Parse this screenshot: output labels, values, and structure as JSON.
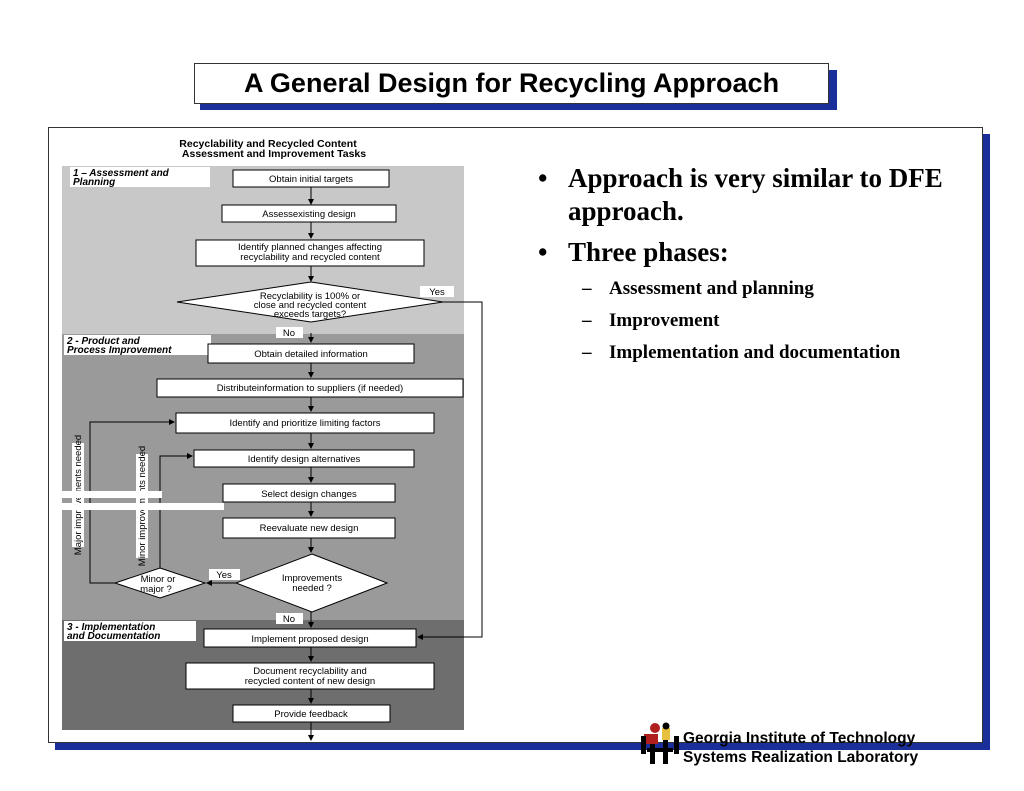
{
  "title": "A General Design for Recycling Approach",
  "bullets": {
    "level1": [
      "Approach is very similar to DFE approach.",
      "Three phases:"
    ],
    "level2": [
      "Assessment and planning",
      "Improvement",
      "Implementation and documentation"
    ]
  },
  "diagram": {
    "heading_line1": "Recyclability and Recycled Content",
    "heading_line2": "Assessment and Improvement Tasks",
    "phases": [
      {
        "line1": "1 – Assessment and",
        "line2": "Planning"
      },
      {
        "line1": "2 - Product and",
        "line2": "Process Improvement"
      },
      {
        "line1": "3 - Implementation",
        "line2": "and Documentation"
      }
    ],
    "steps": {
      "obtain_targets": "Obtain initial targets",
      "assess_design": "Assessexisting design",
      "identify_changes_1": "Identify planned changes affecting",
      "identify_changes_2": "recyclability and recycled content",
      "decision1_1": "Recyclability is 100% or",
      "decision1_2": "close and recycled content",
      "decision1_3": "exceeds targets?",
      "obtain_info": "Obtain detailed information",
      "distribute_info": "Distributeinformation to suppliers (if needed)",
      "identify_factors": "Identify and prioritize limiting factors",
      "identify_alternatives": "Identify design alternatives",
      "select_changes": "Select design changes",
      "reevaluate": "Reevaluate new design",
      "decision2_1": "Improvements",
      "decision2_2": "needed ?",
      "decision3_1": "Minor or",
      "decision3_2": "major ?",
      "implement": "Implement proposed design",
      "document_1": "Document recyclability and",
      "document_2": "recycled content of new design",
      "feedback": "Provide feedback"
    },
    "labels": {
      "yes1": "Yes",
      "no1": "No",
      "yes2": "Yes",
      "no2": "No",
      "major": "Major improvements needed",
      "minor": "Minor improvements needed"
    }
  },
  "logo": {
    "line1": "Georgia Institute of Technology",
    "line2": "Systems Realization Laboratory"
  },
  "colors": {
    "shadow": "#1a2f9a",
    "phase1": "#c8c8c8",
    "phase2": "#9a9a9a",
    "phase3": "#6e6e6e"
  }
}
